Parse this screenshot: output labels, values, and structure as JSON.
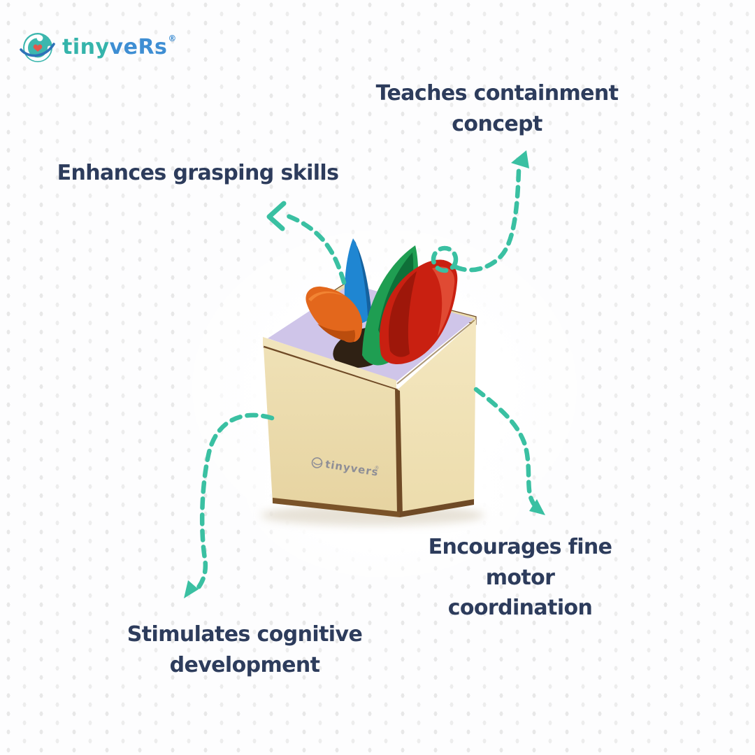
{
  "brand": {
    "logo_text_primary": "tiny",
    "logo_text_secondary": "veRs",
    "registered_mark": "®"
  },
  "benefits": {
    "containment": "Teaches containment\nconcept",
    "grasping": "Enhances grasping skills",
    "fine_motor": "Encourages fine motor\ncoordination",
    "cognitive": "Stimulates cognitive\ndevelopment"
  },
  "product": {
    "box_print": "tinyvers",
    "box_print_registered": "®"
  },
  "colors": {
    "accent_arrow_teal": "#3ac0a2",
    "heading_navy": "#2d3c5c",
    "logo_teal": "#35b4ab",
    "logo_blue": "#3e8ed3",
    "logo_heart_red": "#e2574c",
    "dot_gray": "#e9e9e9",
    "box_wood_light": "#eee0b4",
    "box_edge_brown": "#6f4a26",
    "box_top_lavender": "#cfc5e9",
    "scarf_blue": "#1f86d2",
    "scarf_green": "#1f9e52",
    "scarf_red": "#c92011",
    "scarf_orange": "#e3671c"
  }
}
